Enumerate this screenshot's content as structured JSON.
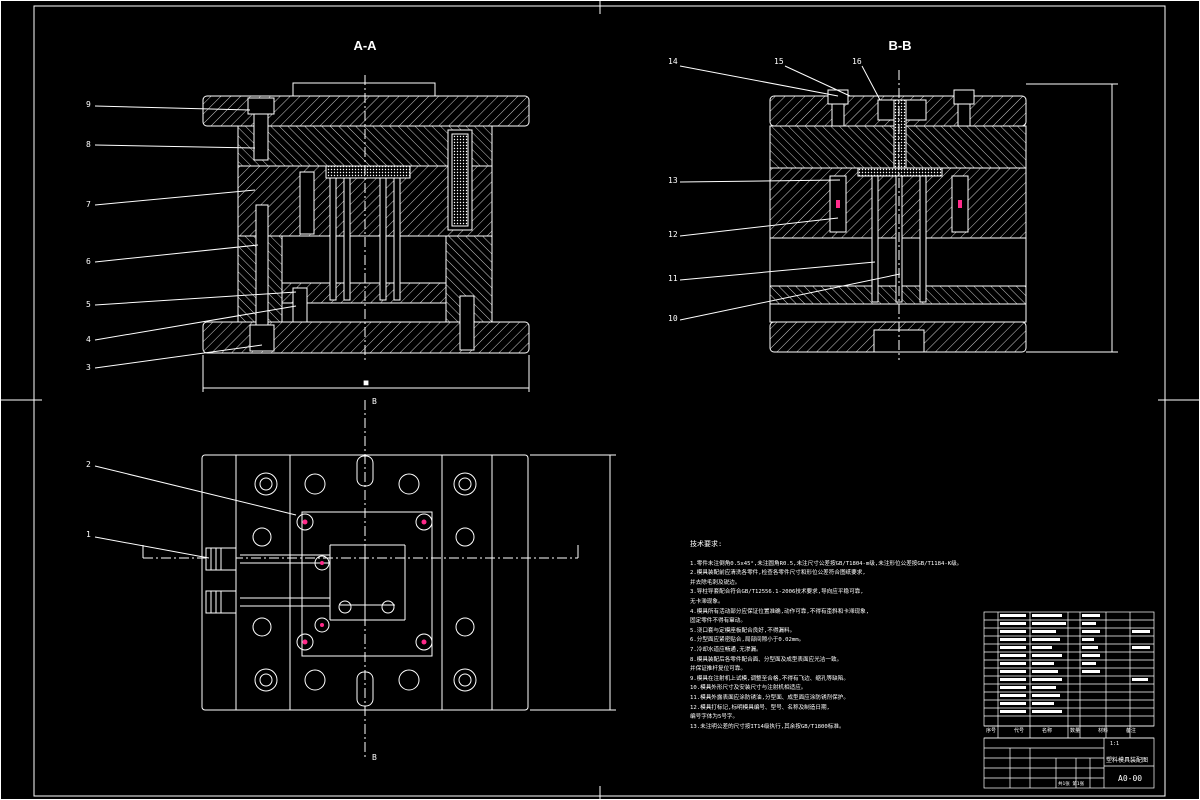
{
  "views": {
    "section_a": "A-A",
    "section_b": "B-B"
  },
  "callouts_a": [
    "9",
    "8",
    "7",
    "6",
    "5",
    "4",
    "3"
  ],
  "callouts_plan": [
    "2",
    "1"
  ],
  "callouts_b": [
    "14",
    "15",
    "16",
    "13",
    "12",
    "11",
    "10"
  ],
  "cut_markers": [
    "B",
    "B"
  ],
  "technical_notes": {
    "heading": "技术要求:",
    "lines": [
      "1.零件未注倒角0.5x45°,未注圆角R0.5,未注尺寸公差按GB/T1804-m级,未注形位公差按GB/T1184-K级。",
      "2.模具装配前应清洗各零件,检查各零件尺寸和形位公差符合图纸要求,",
      "  并去除毛刺及锐边。",
      "3.导柱导套配合符合GB/T12556.1-2006技术要求,导向应平稳可靠,",
      "  无卡滞现象。",
      "4.模具所有活动部分应保证位置准确,动作可靠,不得有歪斜和卡滞现象,",
      "  固定零件不得有窜动。",
      "5.浇口套与定模座板配合良好,不得漏料。",
      "6.分型面应紧密贴合,局部间隙小于0.02mm。",
      "7.冷却水道应畅通,无渗漏。",
      "8.模具装配后各零件配合面、分型面及成型表面应光洁一致。",
      "  并保证推杆复位可靠。",
      "9.模具在注射机上试模,调整至合格,不得有飞边、缩孔等缺陷。",
      "10.模具外形尺寸及安装尺寸与注射机相适应。",
      "11.模具外露表面应涂防锈油,分型面、成型面应涂防锈剂保护。",
      "12.模具打标记,标明模具编号、型号、名称及制造日期,",
      "   编号字体为5号字。",
      "13.未注明公差的尺寸按IT14级执行,其余按GB/T1800标准。"
    ]
  },
  "title_block": {
    "drawing_title": "塑料模具装配图",
    "drawing_number": "A0-00",
    "scale": "1:1",
    "sheet": "共1张 第1张",
    "headers": [
      "序号",
      "代号",
      "名称",
      "数量",
      "材料",
      "备注"
    ]
  },
  "colors": {
    "background": "#000000",
    "line": "#ffffff",
    "accent": "#ff2a8a"
  }
}
